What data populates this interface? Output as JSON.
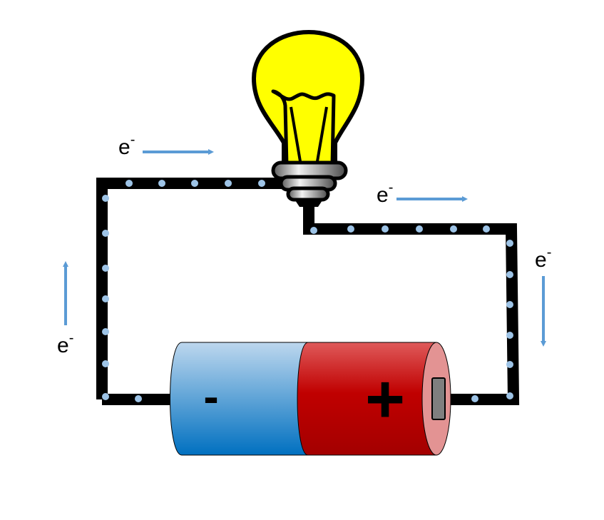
{
  "diagram": {
    "electron_symbol": "e",
    "electron_charge": "-",
    "labels": [
      {
        "id": "top-left",
        "direction": "right"
      },
      {
        "id": "top-right",
        "direction": "right"
      },
      {
        "id": "right",
        "direction": "down"
      },
      {
        "id": "left",
        "direction": "up"
      }
    ],
    "battery": {
      "negative_sign": "-",
      "positive_sign": "+"
    }
  },
  "colors": {
    "wire": "#000000",
    "electron": "#9dc3e6",
    "arrow": "#5b9bd5",
    "bulb_glass": "#ffff00",
    "battery_negative_top": "#bdd7ee",
    "battery_negative_bottom": "#0070c0",
    "battery_positive_top": "#e06666",
    "battery_positive_bottom": "#a50000",
    "battery_cap": "#e39393",
    "terminal": "#7f7f7f"
  }
}
